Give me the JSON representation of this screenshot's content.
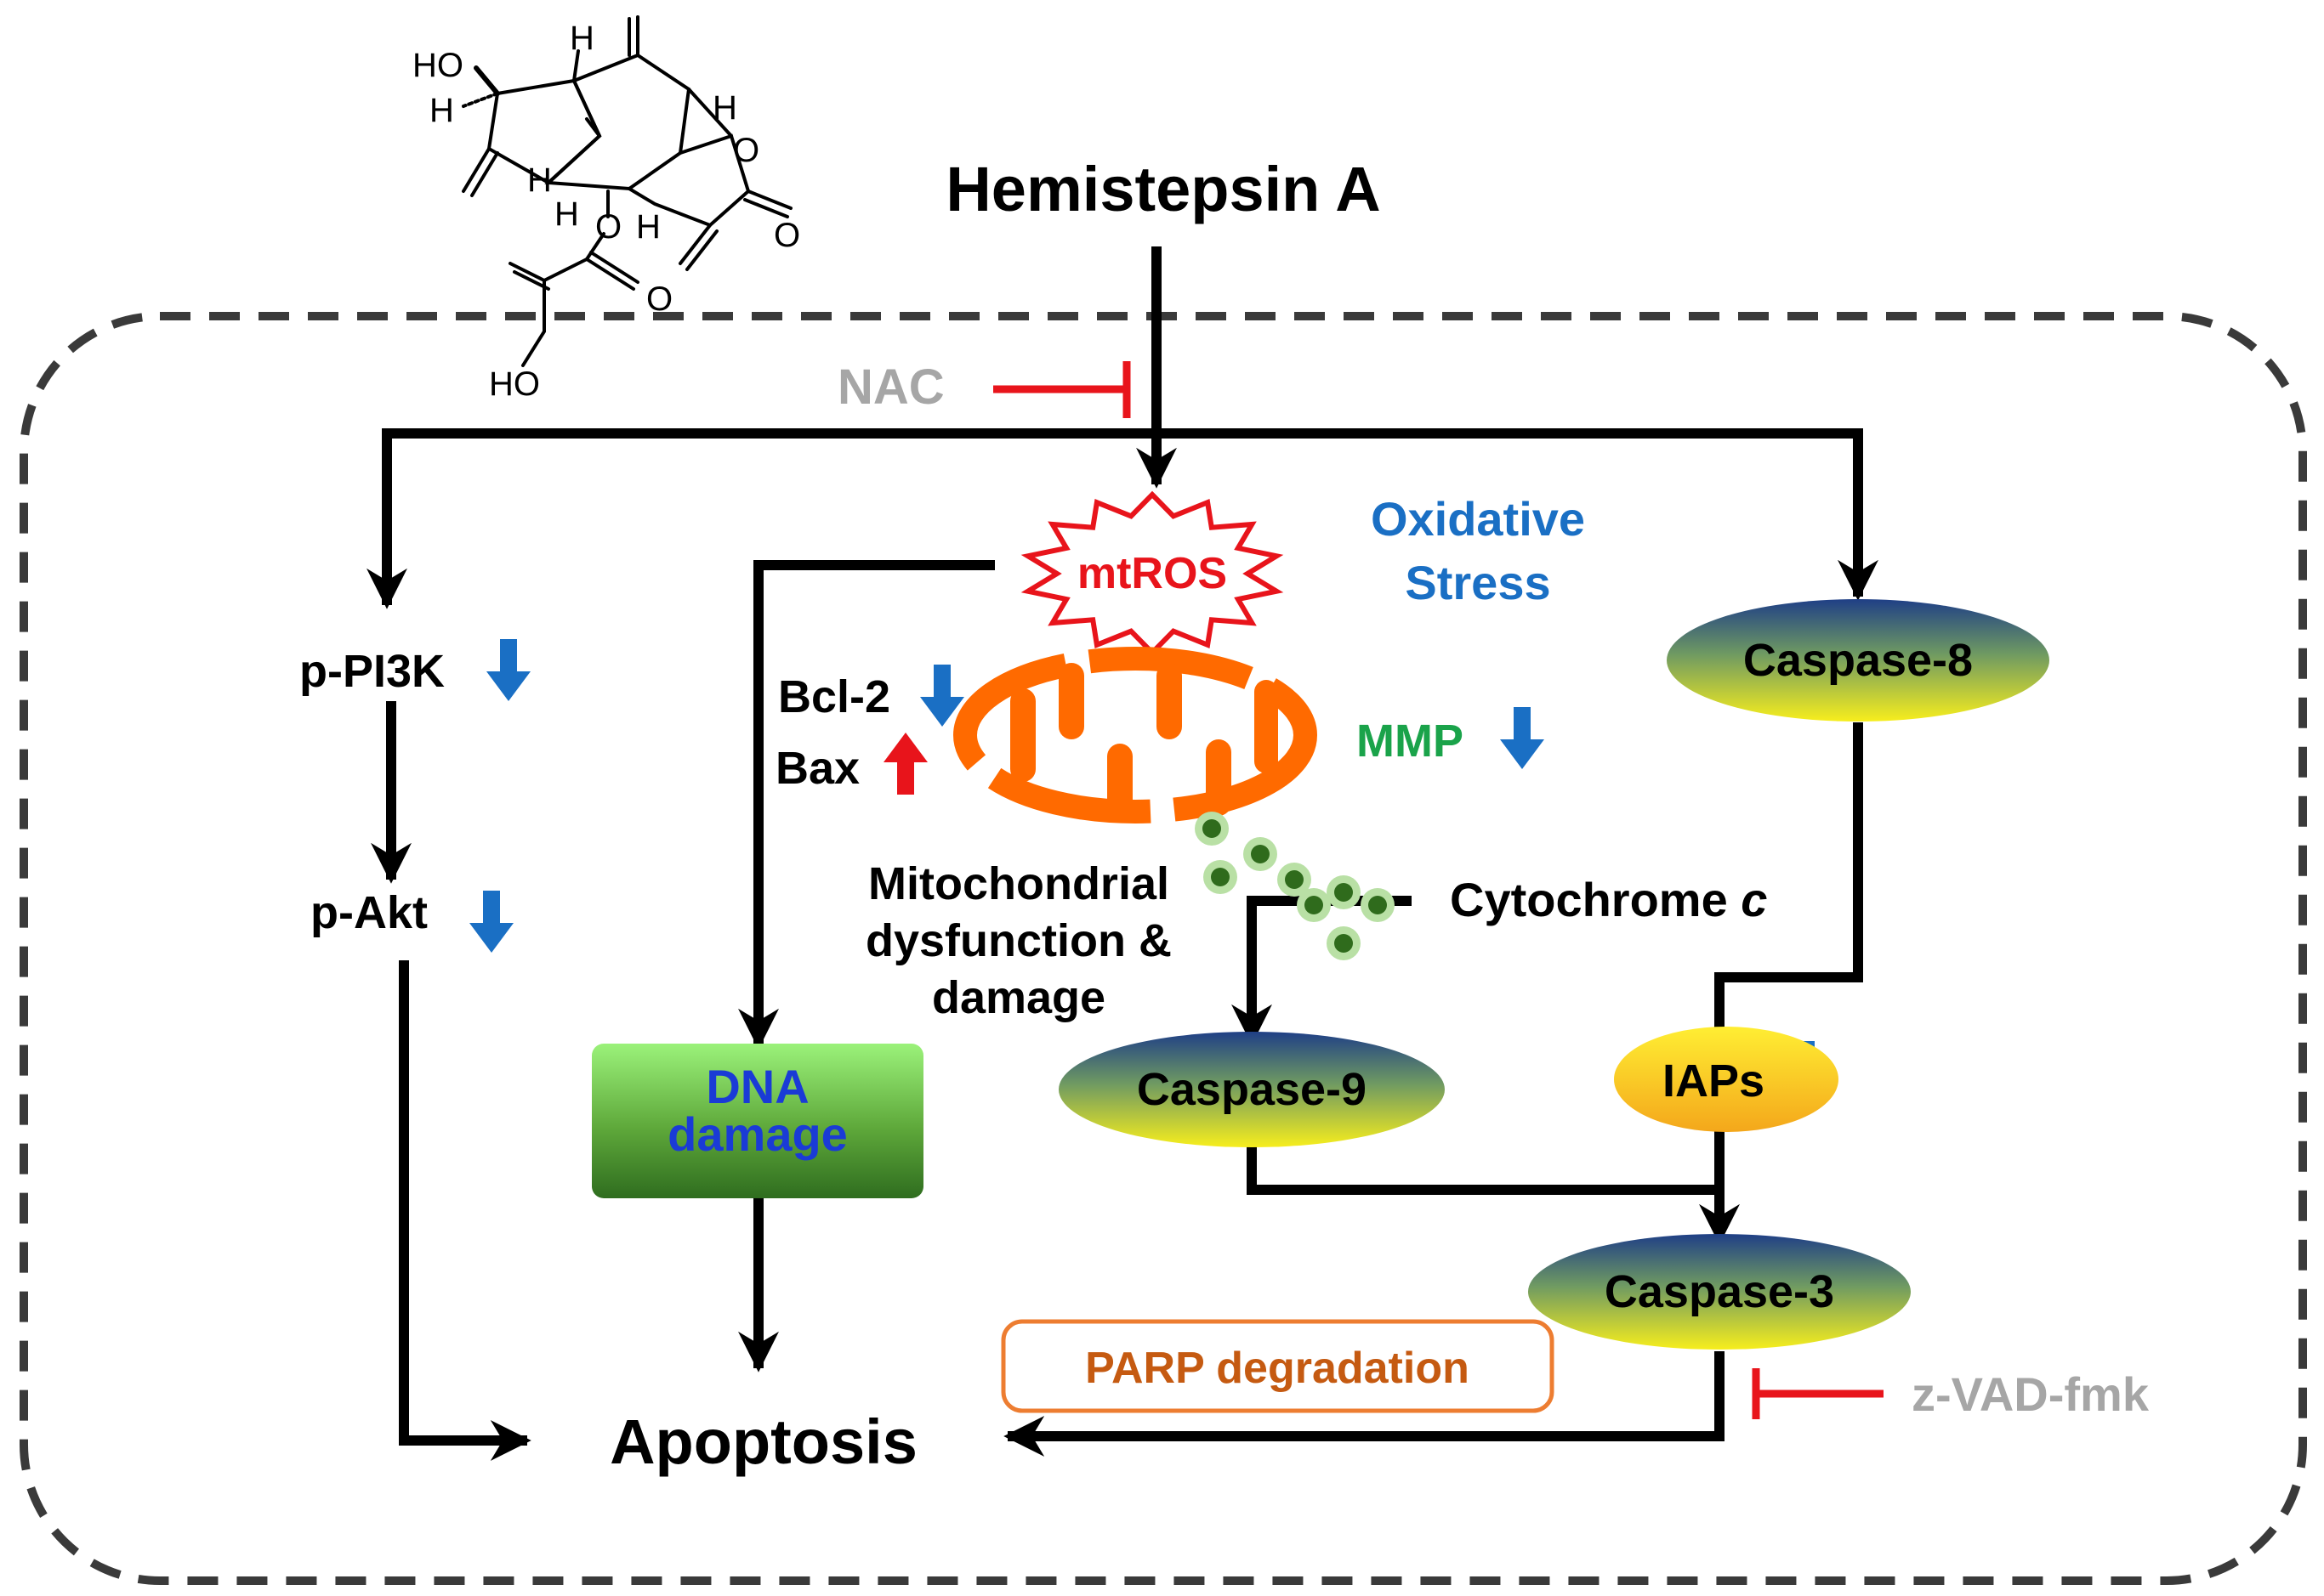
{
  "labels": {
    "title": "Hemistepsin A",
    "nac": "NAC",
    "mtros": "mtROS",
    "oxidative_line1": "Oxidative",
    "oxidative_line2": "Stress",
    "p_pi3k": "p-PI3K",
    "p_akt": "p-Akt",
    "bcl2": "Bcl-2",
    "bax": "Bax",
    "mmp": "MMP",
    "mito_line1": "Mitochondrial",
    "mito_line2": "dysfunction &",
    "mito_line3": "damage",
    "cytochrome": "Cytochrome ",
    "cytochrome_c": "c",
    "dna_line1": "DNA",
    "dna_line2": "damage",
    "caspase8": "Caspase-8",
    "caspase9": "Caspase-9",
    "iaps": "IAPs",
    "caspase3": "Caspase-3",
    "parp": "PARP degradation",
    "zvad": "z-VAD-fmk",
    "apoptosis": "Apoptosis"
  },
  "chemistry": {
    "ho_top": "HO",
    "h_left": "H",
    "h_top": "H",
    "h_right": "H",
    "h_mid": "H",
    "h_bottom_left": "H",
    "h_bottom_right": "H",
    "o_ring": "O",
    "o_carbonyl": "O",
    "o_ester": "O",
    "o_ester_carbonyl": "O",
    "ho_bottom": "HO"
  },
  "colors": {
    "black": "#000000",
    "red": "#e8141b",
    "blue": "#1a6fc4",
    "green": "#1aa34a",
    "gray": "#a6a6a6",
    "orange": "#ff6a00",
    "dna_text": "#1a3bd6",
    "parp_text": "#c55a11",
    "parp_border": "#ed7d31",
    "cytc_fill": "#2f6b1c",
    "cytc_halo": "#b9e0a5"
  }
}
